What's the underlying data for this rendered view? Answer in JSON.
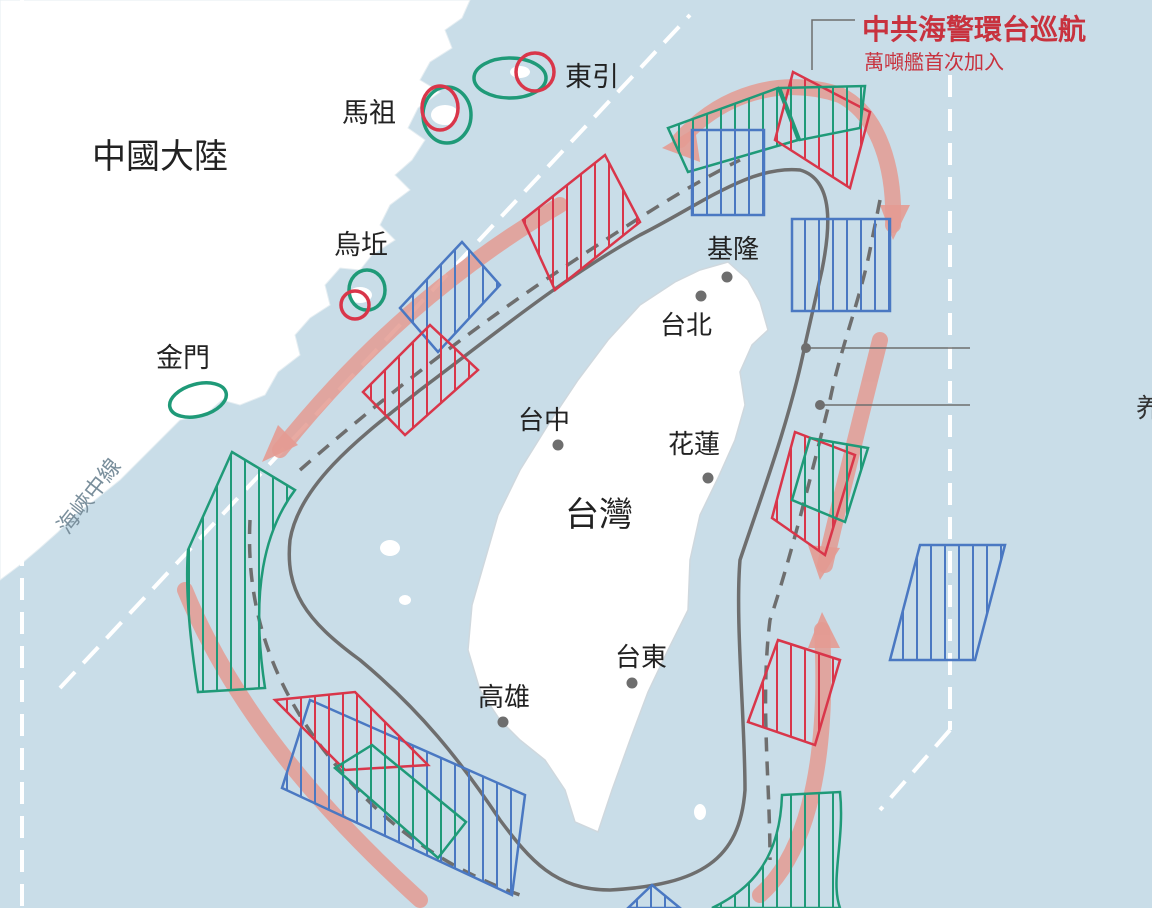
{
  "title": "中共海警環台巡航",
  "subtitle": "萬噸艦首次加入",
  "median_line_label": "海峽中線",
  "places": {
    "mainland": "中國大陸",
    "matsu": "馬祖",
    "dongyin": "東引",
    "wuqiu": "烏坵",
    "kinmen": "金門",
    "taiwan": "台灣"
  },
  "cities": {
    "keelung": "基隆",
    "taipei": "台北",
    "taichung": "台中",
    "hualien": "花蓮",
    "taitung": "台東",
    "kaohsiung": "高雄"
  },
  "edge_fragment": "养",
  "colors": {
    "sea": "#c9dde8",
    "land": "#ffffff",
    "red_zone": "#d9364a",
    "blue_zone": "#4a78c2",
    "green_zone": "#1f9a78",
    "arrow": "#e49b92",
    "route_line": "#6e6e6e",
    "title": "#c8323e"
  }
}
